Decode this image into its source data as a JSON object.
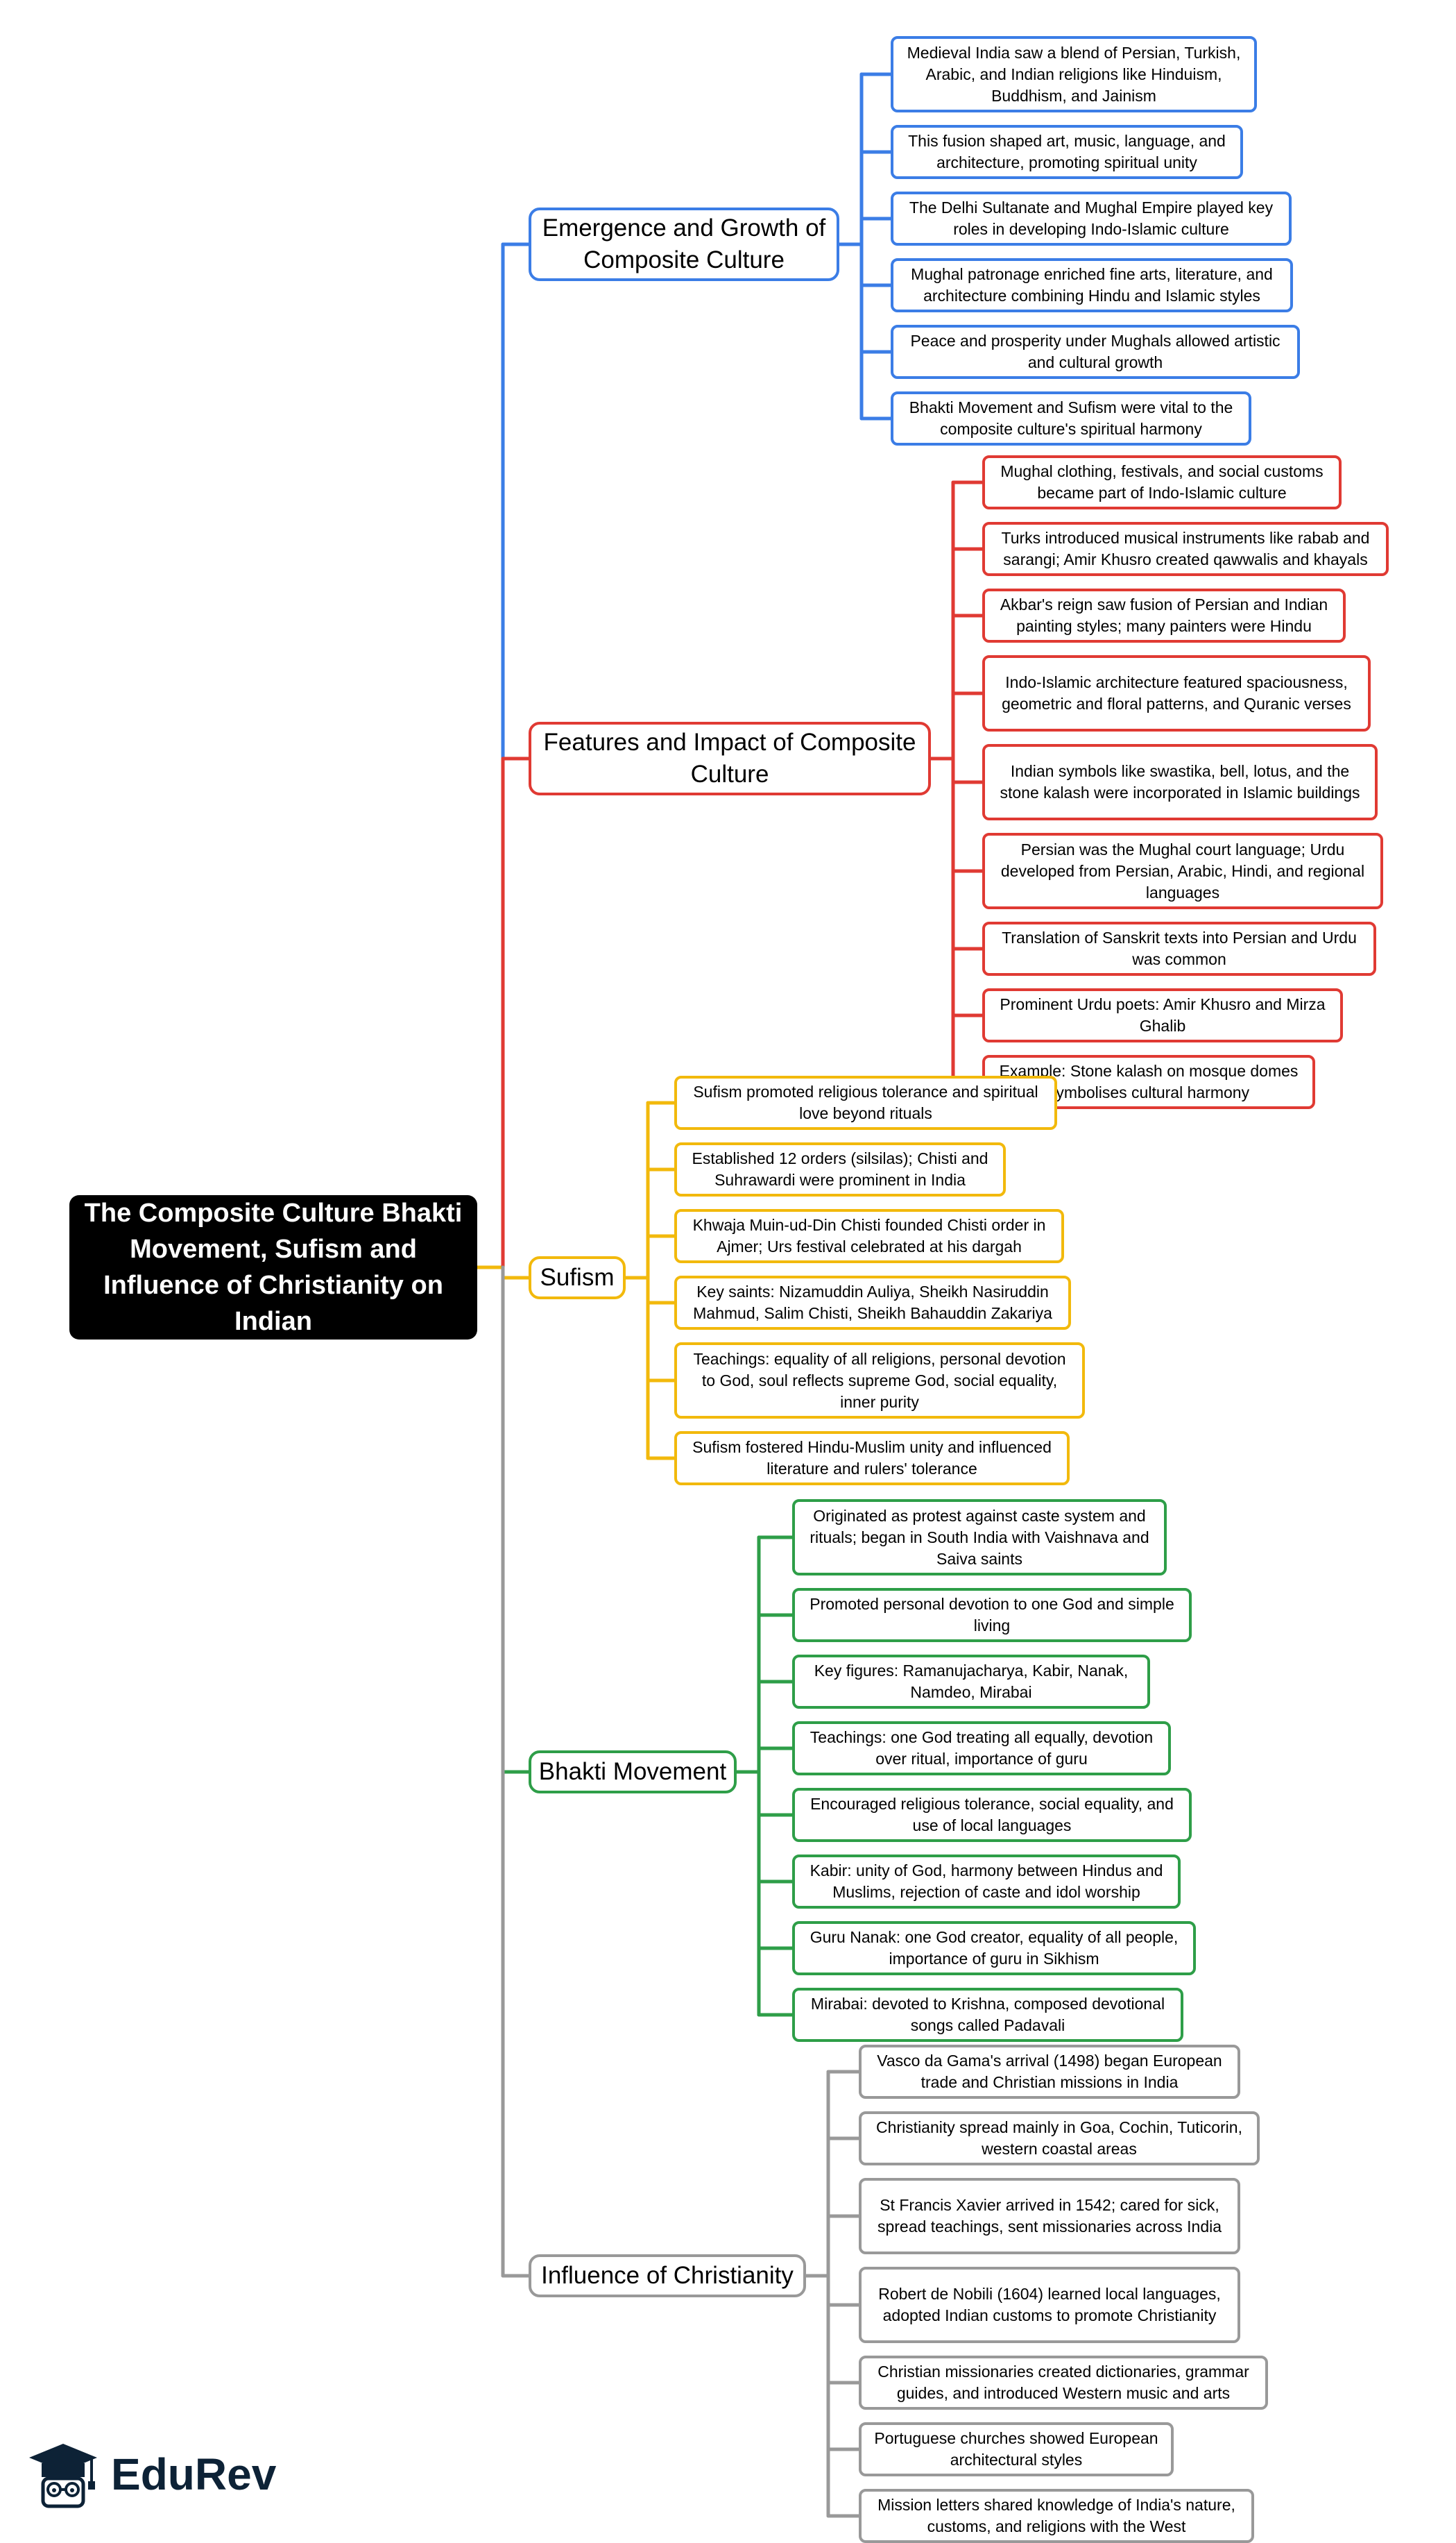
{
  "root": {
    "title": "The Composite Culture Bhakti Movement, Sufism and Influence of Christianity on Indian"
  },
  "branches": [
    {
      "label": "Emergence and Growth of Composite Culture",
      "color": "#3b7de6",
      "leaves": [
        "Medieval India saw a blend of Persian, Turkish, Arabic, and Indian religions like Hinduism, Buddhism, and Jainism",
        "This fusion shaped art, music, language, and architecture, promoting spiritual unity",
        "The Delhi Sultanate and Mughal Empire played key roles in developing Indo-Islamic culture",
        "Mughal patronage enriched fine arts, literature, and architecture combining Hindu and Islamic styles",
        "Peace and prosperity under Mughals allowed artistic and cultural growth",
        "Bhakti Movement and Sufism were vital to the composite culture's spiritual harmony"
      ]
    },
    {
      "label": "Features and Impact of Composite Culture",
      "color": "#e03a33",
      "leaves": [
        "Mughal clothing, festivals, and social customs became part of Indo-Islamic culture",
        "Turks introduced musical instruments like rabab and sarangi; Amir Khusro created qawwalis and khayals",
        "Akbar's reign saw fusion of Persian and Indian painting styles; many painters were Hindu",
        "Indo-Islamic architecture featured spaciousness, geometric and floral patterns, and Quranic verses",
        "Indian symbols like swastika, bell, lotus, and the stone kalash were incorporated in Islamic buildings",
        "Persian was the Mughal court language; Urdu developed from Persian, Arabic, Hindi, and regional languages",
        "Translation of Sanskrit texts into Persian and Urdu was common",
        "Prominent Urdu poets: Amir Khusro and Mirza Ghalib",
        "Example: Stone kalash on mosque domes symbolises cultural harmony"
      ]
    },
    {
      "label": "Sufism",
      "color": "#f2b90c",
      "leaves": [
        "Sufism promoted religious tolerance and spiritual love beyond rituals",
        "Established 12 orders (silsilas); Chisti and Suhrawardi were prominent in India",
        "Khwaja Muin-ud-Din Chisti founded Chisti order in Ajmer; Urs festival celebrated at his dargah",
        "Key saints: Nizamuddin Auliya, Sheikh Nasiruddin Mahmud, Salim Chisti, Sheikh Bahauddin Zakariya",
        "Teachings: equality of all religions, personal devotion to God, soul reflects supreme God, social equality, inner purity",
        "Sufism fostered Hindu-Muslim unity and influenced literature and rulers' tolerance"
      ]
    },
    {
      "label": "Bhakti Movement",
      "color": "#2e9e48",
      "leaves": [
        "Originated as protest against caste system and rituals; began in South India with Vaishnava and Saiva saints",
        "Promoted personal devotion to one God and simple living",
        "Key figures: Ramanujacharya, Kabir, Nanak, Namdeo, Mirabai",
        "Teachings: one God treating all equally, devotion over ritual, importance of guru",
        "Encouraged religious tolerance, social equality, and use of local languages",
        "Kabir: unity of God, harmony between Hindus and Muslims, rejection of caste and idol worship",
        "Guru Nanak: one God creator, equality of all people, importance of guru in Sikhism",
        "Mirabai: devoted to Krishna, composed devotional songs called Padavali"
      ]
    },
    {
      "label": "Influence of Christianity",
      "color": "#999999",
      "leaves": [
        "Vasco da Gama's arrival (1498) began European trade and Christian missions in India",
        "Christianity spread mainly in Goa, Cochin, Tuticorin, western coastal areas",
        "St Francis Xavier arrived in 1542; cared for sick, spread teachings, sent missionaries across India",
        "Robert de Nobili (1604) learned local languages, adopted Indian customs to promote Christianity",
        "Christian missionaries created dictionaries, grammar guides, and introduced Western music and arts",
        "Portuguese churches showed European architectural styles",
        "Mission letters shared knowledge of India's nature, customs, and religions with the West"
      ]
    }
  ],
  "logo": {
    "name": "EduRev",
    "icon": "graduation-cap-mascot-icon"
  }
}
